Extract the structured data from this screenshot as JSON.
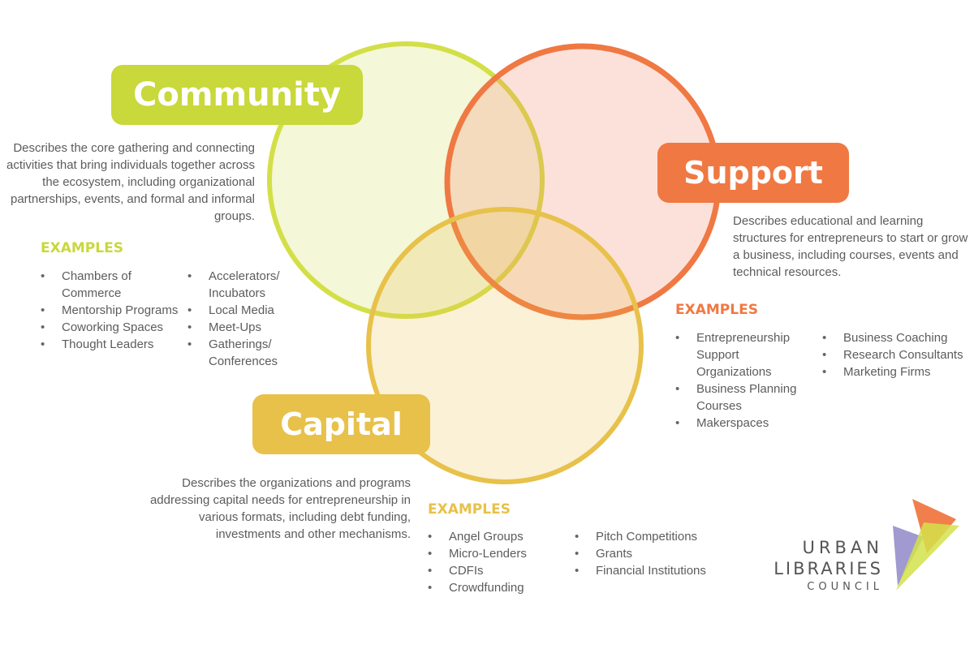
{
  "colors": {
    "community": "#c9d83a",
    "support": "#f07842",
    "capital": "#e8c14a"
  },
  "community": {
    "title": "Community",
    "description": "Describes the core gathering and connecting activities that bring individuals together across the ecosystem, including organizational partnerships, events, and formal and informal groups.",
    "examples_label": "EXAMPLES",
    "examples_col1": [
      "Chambers of Commerce",
      "Mentorship Programs",
      "Coworking Spaces",
      "Thought Leaders"
    ],
    "examples_col2": [
      "Accelerators/ Incubators",
      "Local Media",
      "Meet-Ups",
      "Gatherings/ Conferences"
    ]
  },
  "support": {
    "title": "Support",
    "description": "Describes educational and learning structures for entrepreneurs to start or grow a business, including courses, events and technical resources.",
    "examples_label": "EXAMPLES",
    "examples_col1": [
      "Entrepreneurship Support Organizations",
      "Business Planning Courses",
      "Makerspaces"
    ],
    "examples_col2": [
      "Business Coaching",
      "Research Consultants",
      "Marketing Firms"
    ]
  },
  "capital": {
    "title": "Capital",
    "description": "Describes the organizations and programs addressing capital needs for entrepreneurship in various formats, including debt funding, investments and other mechanisms.",
    "examples_label": "EXAMPLES",
    "examples_col1": [
      "Angel Groups",
      "Micro-Lenders",
      "CDFIs",
      "Crowdfunding"
    ],
    "examples_col2": [
      "Pitch Competitions",
      "Grants",
      "Financial Institutions"
    ]
  },
  "logo": {
    "line1": "URBAN",
    "line2": "LIBRARIES",
    "line3": "COUNCIL"
  }
}
